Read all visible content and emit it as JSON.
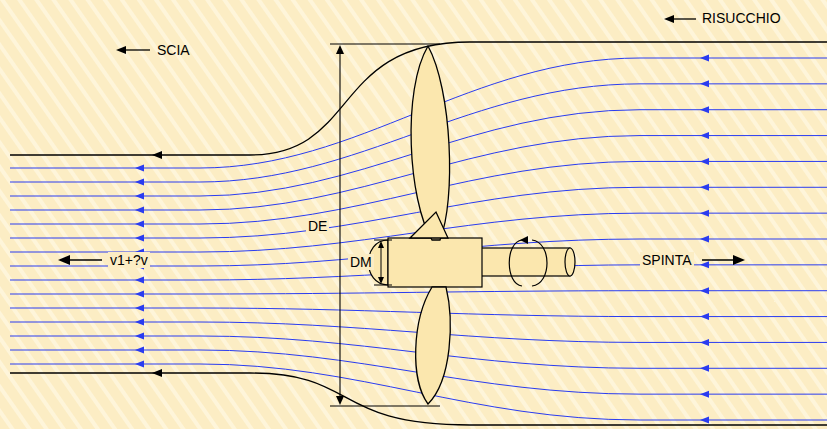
{
  "diagram": {
    "labels": [
      "RISUCCHIO",
      "SCIA",
      "DE",
      "DM",
      "v1+?v",
      "SPINTA"
    ]
  }
}
